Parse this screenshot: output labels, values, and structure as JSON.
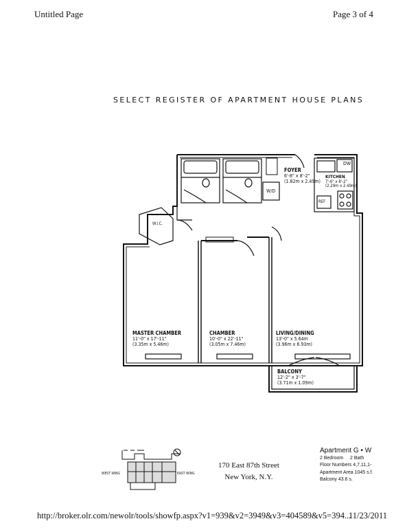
{
  "header": {
    "title": "Untitled Page",
    "page": "Page 3 of 4"
  },
  "heading": "SELECT REGISTER OF APARTMENT HOUSE PLANS",
  "rooms": {
    "foyer": {
      "name": "FOYER",
      "dims": "6'-8\" x 8'-2\"",
      "metric": "(1.82m x 2.49m)"
    },
    "kitchen": {
      "name": "KITCHEN",
      "dims": "7'-6\" x 8'-2\"",
      "metric": "(2.29m x 2.49m)"
    },
    "master": {
      "name": "MASTER CHAMBER",
      "dims": "11'-0\" x 17'-11\"",
      "metric": "(3.35m x 5.46m)"
    },
    "chamber": {
      "name": "CHAMBER",
      "dims": "10'-0\" x 22'-11\"",
      "metric": "(3.05m x 7.46m)"
    },
    "living": {
      "name": "LIVING/DINING",
      "dims": "13'-0\" x 5.64m",
      "metric": "(3.96m x 6.93m)"
    },
    "balcony": {
      "name": "BALCONY",
      "dims": "12'-2\" x 3'-7\"",
      "metric": "(3.71m x 1.09m)"
    },
    "wic": "W.I.C.",
    "wd": "W/D",
    "dw": "DW",
    "ref": "REF"
  },
  "keyplan": {
    "west_wing": "WEST WING",
    "east_wing": "EAST WING"
  },
  "address": {
    "line1": "170 East 87th Street",
    "line2": "New York, N.Y."
  },
  "apartment": {
    "title": "Apartment  G • W",
    "bedrooms": "2 Bedroom",
    "baths": "2 Bath",
    "floors": "Floor Numbers  4,7,11,1-",
    "area": "Apartment Area  1045 s.f.",
    "balcony": "Balcony            43.6 s."
  },
  "footer": {
    "url": "http://broker.olr.com/newolr/tools/showfp.aspx?v1=939&v2=3949&v3=404589&v5=394...",
    "date": "11/23/2011"
  }
}
